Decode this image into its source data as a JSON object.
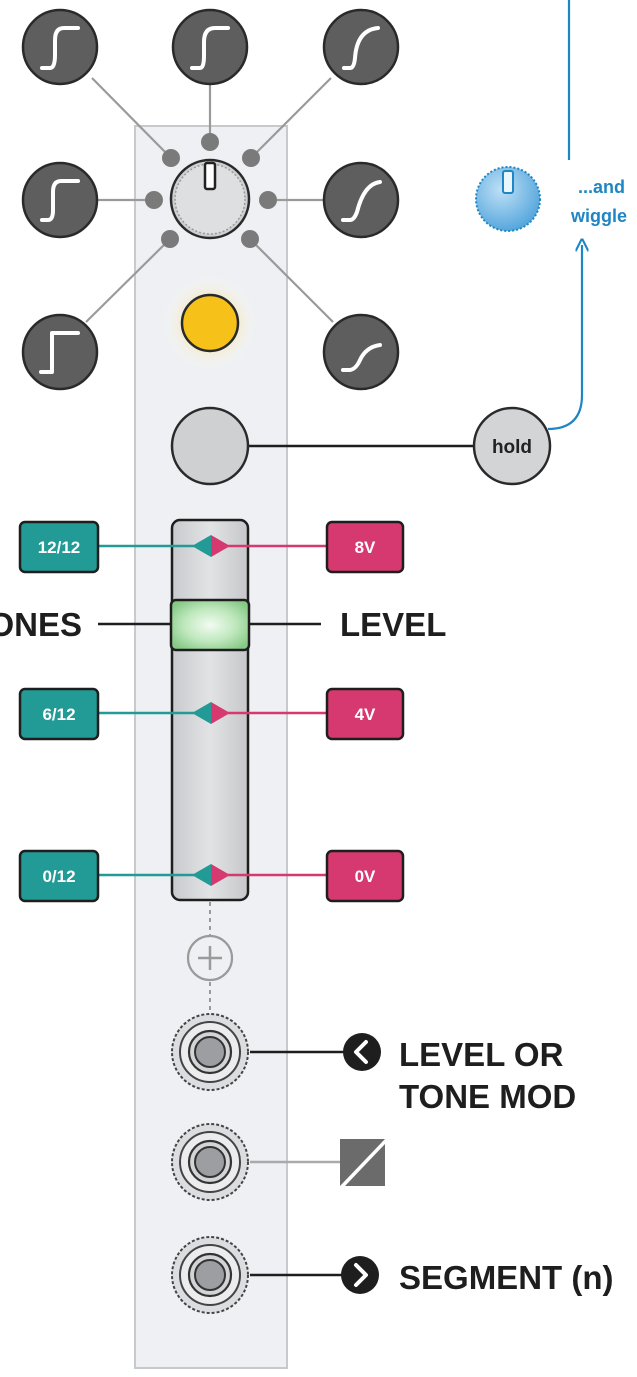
{
  "colors": {
    "panel": "#eef0f3",
    "knob_dark": "#5e5e5e",
    "teal": "#229a95",
    "pink": "#d6396f",
    "amber": "#f6c21a",
    "green_led": "#a6dba6",
    "blue": "#1f86c4"
  },
  "shape_knobs": [
    {
      "icon": "shape-rounded-step-icon"
    },
    {
      "icon": "shape-rounded-step-icon"
    },
    {
      "icon": "shape-curve-icon"
    },
    {
      "icon": "shape-rounded-step-icon"
    },
    {
      "icon": "shape-curve-icon"
    },
    {
      "icon": "shape-square-step-icon"
    },
    {
      "icon": "shape-s-curve-icon"
    }
  ],
  "hold": {
    "label": "hold"
  },
  "wiggle": {
    "line1": "...and",
    "line2": "wiggle"
  },
  "fader": {
    "left_label": "TONES",
    "right_label": "LEVEL",
    "tone_tags": [
      "12/12",
      "6/12",
      "0/12"
    ],
    "volt_tags": [
      "8V",
      "4V",
      "0V"
    ]
  },
  "jacks": {
    "mod_line1": "LEVEL OR",
    "mod_line2": "TONE MOD",
    "segment_label": "SEGMENT (n)"
  }
}
